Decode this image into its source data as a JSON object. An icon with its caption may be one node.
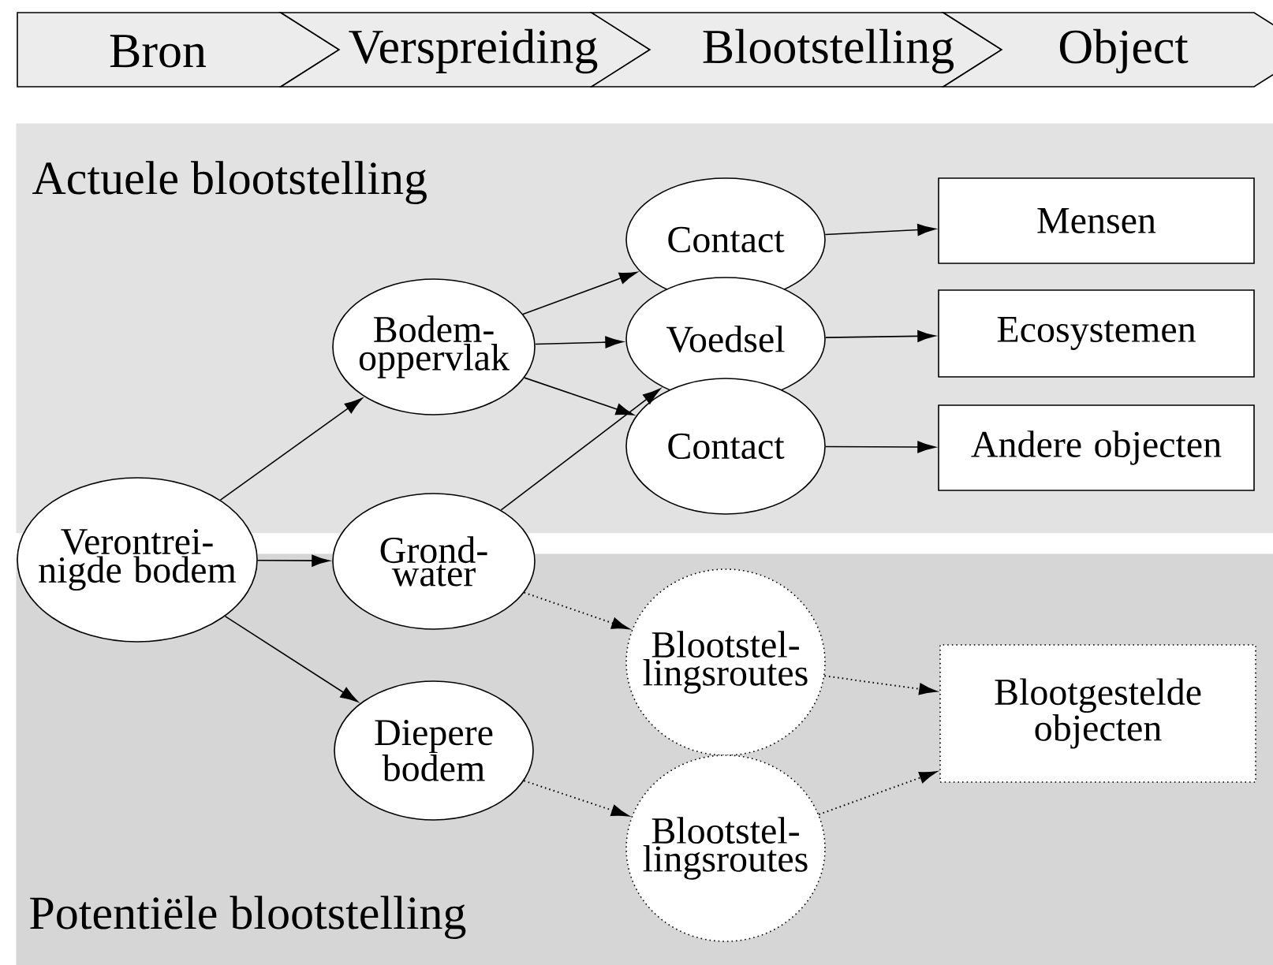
{
  "diagram": {
    "nodes": [
      {
        "text": [
          "Bron"
        ]
      },
      {
        "text": [
          "Verspreiding"
        ]
      },
      {
        "text": [
          "Blootstelling"
        ]
      },
      {
        "text": [
          "Object"
        ]
      },
      {
        "text": [
          "Actuele blootstelling"
        ]
      },
      {
        "text": [
          "Potentiële blootstelling"
        ]
      },
      {
        "text": [
          "Verontrei- nigde bodem"
        ]
      },
      {
        "text": [
          "Bodem- oppervlak"
        ],
        "in": 4
      },
      {
        "text": [
          "Grond- water"
        ]
      },
      {
        "text": [
          "Diepere bodem"
        ],
        "in": 5
      },
      {
        "text": [
          "Contact"
        ],
        "in": 4
      },
      {
        "text": [
          "Voedsel"
        ],
        "in": 4
      },
      {
        "text": [
          "Contact"
        ],
        "in": 4
      },
      {
        "text": [
          "Mensen"
        ],
        "in": 4
      },
      {
        "text": [
          "Ecosystemen"
        ],
        "in": 4
      },
      {
        "text": [
          "Andere objecten"
        ],
        "in": 4
      },
      {
        "text": [
          "Blootstel- lingsroutes"
        ],
        "in": 5
      },
      {
        "text": [
          "Blootstel- lingsroutes"
        ],
        "in": 5
      },
      {
        "text": [
          "Blootgestelde objecten"
        ],
        "in": 5
      }
    ],
    "edges": [
      {
        "from": 6,
        "to": 7,
        "arrow": "to"
      },
      {
        "from": 6,
        "to": 8,
        "arrow": "to"
      },
      {
        "from": 6,
        "to": 9,
        "arrow": "to"
      },
      {
        "from": 7,
        "to": 10,
        "arrow": "to"
      },
      {
        "from": 7,
        "to": 11,
        "arrow": "to"
      },
      {
        "from": 7,
        "to": 12,
        "arrow": "to"
      },
      {
        "from": 8,
        "to": 11,
        "arrow": "to"
      },
      {
        "from": 10,
        "to": 13,
        "arrow": "to"
      },
      {
        "from": 11,
        "to": 14,
        "arrow": "to"
      },
      {
        "from": 12,
        "to": 15,
        "arrow": "to"
      },
      {
        "from": 8,
        "to": 16,
        "arrow": "to",
        "style": "dashed"
      },
      {
        "from": 9,
        "to": 17,
        "arrow": "to",
        "style": "dashed"
      },
      {
        "from": 16,
        "to": 18,
        "arrow": "to",
        "style": "dashed"
      },
      {
        "from": 17,
        "to": 18,
        "arrow": "to",
        "style": "dashed"
      }
    ]
  }
}
